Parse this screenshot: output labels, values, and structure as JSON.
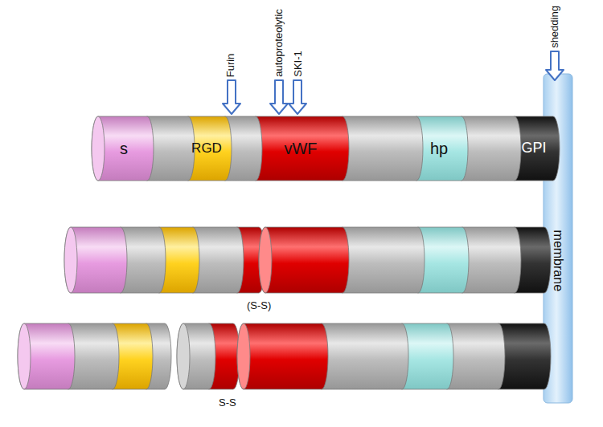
{
  "diagram": {
    "nodes": [
      {
        "text": [
          "s"
        ]
      },
      {
        "text": [
          "RGD"
        ]
      },
      {
        "text": [
          "vWF"
        ]
      },
      {
        "text": [
          "hp"
        ]
      },
      {
        "text": [
          "GPI"
        ]
      },
      {
        "text": [
          "membrane"
        ]
      }
    ],
    "labels": [
      "Furin",
      "autoproteolytic",
      "SKI-1",
      "shedding",
      "(S-S)",
      "S-S"
    ]
  }
}
